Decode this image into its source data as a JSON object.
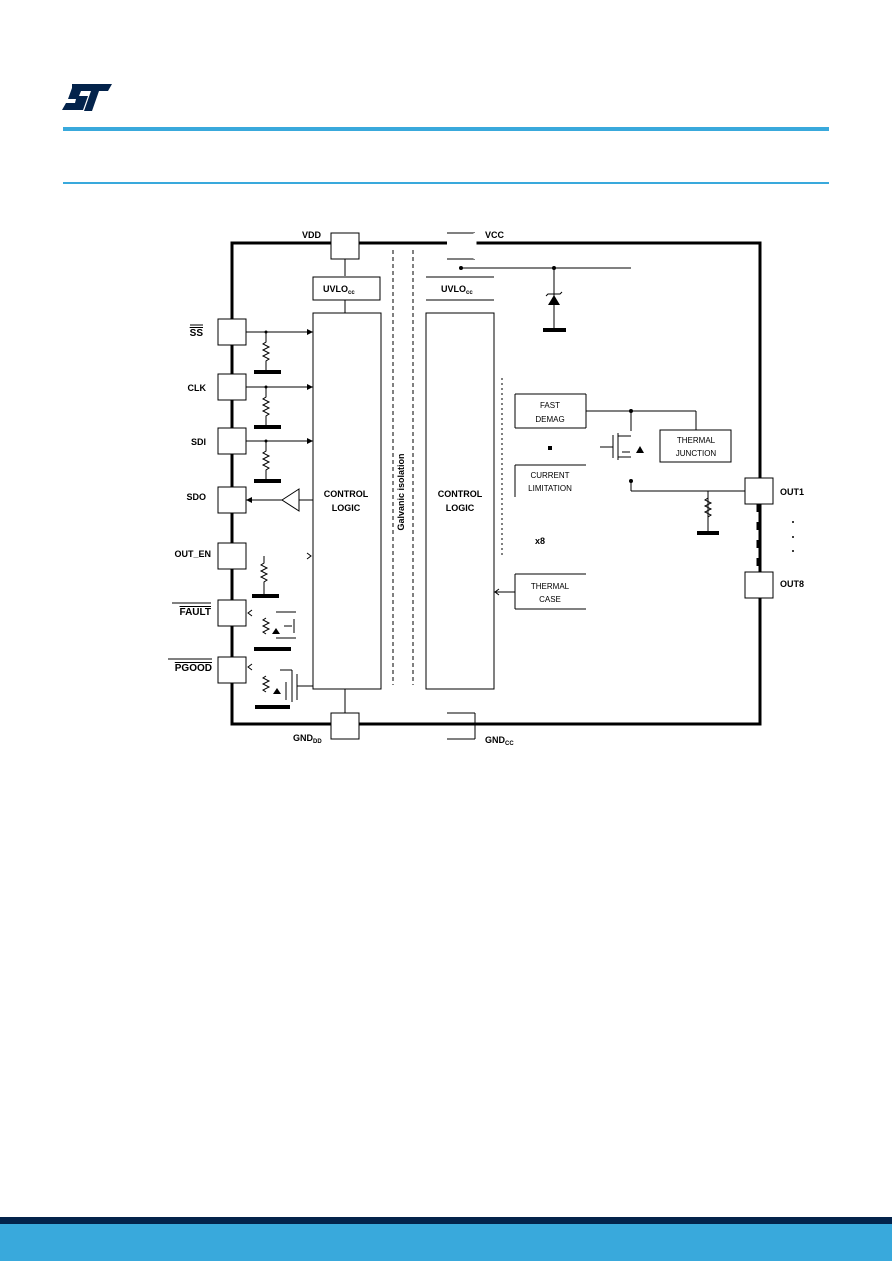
{
  "header": {
    "logo_text": "ST",
    "accent_color": "#39a9dc",
    "footer_dark": "#03234b"
  },
  "diagram": {
    "supply_vdd": "VDD",
    "supply_vcc": "VCC",
    "uvlo_left": {
      "main": "UVLO",
      "sub": "cc"
    },
    "uvlo_right": {
      "main": "UVLO",
      "sub": "cc"
    },
    "control_logic_left": [
      "CONTROL",
      "LOGIC"
    ],
    "control_logic_right": [
      "CONTROL",
      "LOGIC"
    ],
    "isolation_label": "Galvanic isolation",
    "pins": {
      "ss": "SS",
      "clk": "CLK",
      "sdi": "SDI",
      "sdo": "SDO",
      "out_en": "OUT_EN",
      "fault": "FAULT",
      "pgood": "PGOOD"
    },
    "blocks": {
      "fast_demag": [
        "FAST",
        "DEMAG"
      ],
      "current_limitation": [
        "CURRENT",
        "LIMITATION"
      ],
      "thermal_case": [
        "THERMAL",
        "CASE"
      ],
      "thermal_junction": [
        "THERMAL",
        "JUNCTION"
      ]
    },
    "multiplier": "x8",
    "outputs": {
      "out1": "OUT1",
      "out8": "OUT8"
    },
    "gnd_dd": {
      "main": "GND",
      "sub": "DD"
    },
    "gnd_cc": {
      "main": "GND",
      "sub": "CC"
    }
  }
}
